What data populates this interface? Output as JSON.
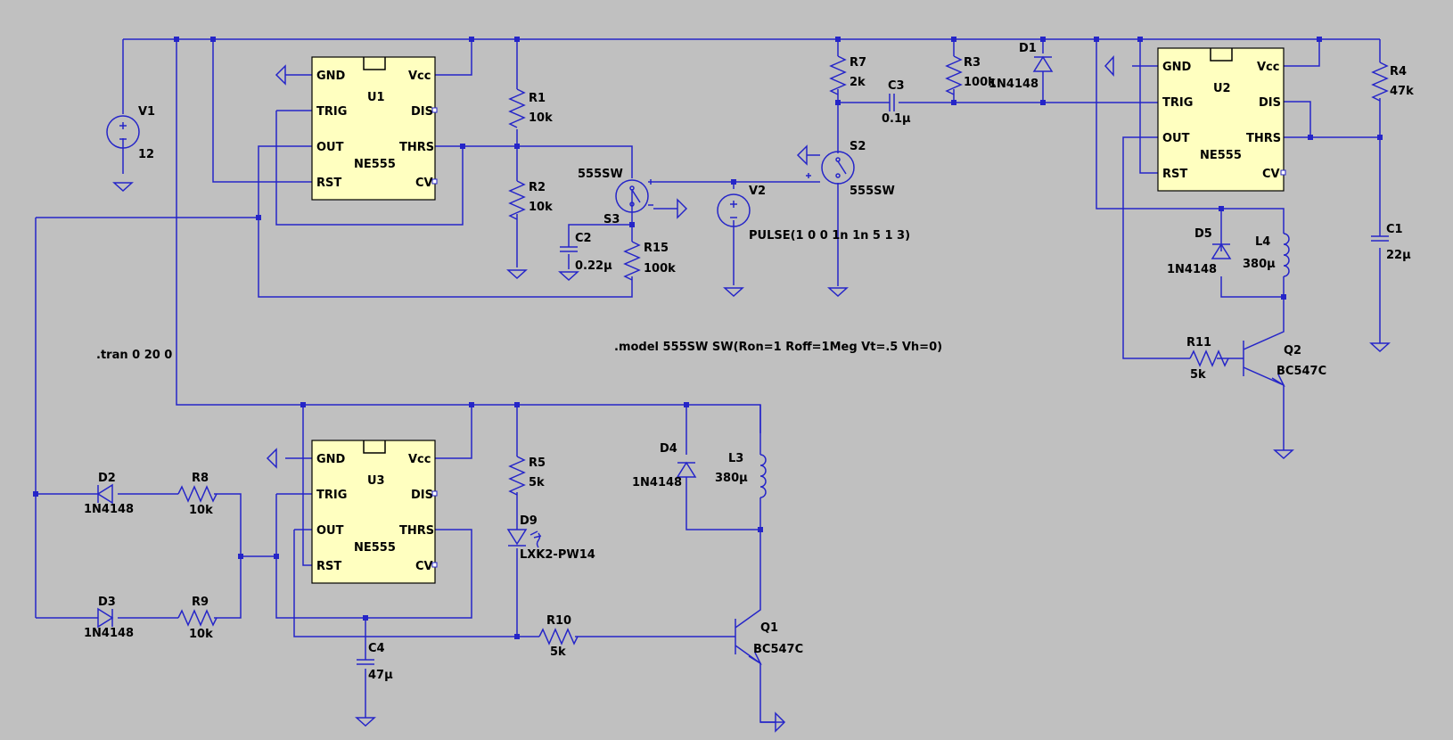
{
  "directives": {
    "tran": ".tran 0 20 0",
    "model": ".model 555SW SW(Ron=1 Roff=1Meg Vt=.5 Vh=0)"
  },
  "ic_pins": {
    "gnd": "GND",
    "vcc": "Vcc",
    "trig": "TRIG",
    "dis": "DIS",
    "out": "OUT",
    "thrs": "THRS",
    "rst": "RST",
    "cv": "CV"
  },
  "components": {
    "V1": {
      "name": "V1",
      "value": "12"
    },
    "V2": {
      "name": "V2",
      "value": "PULSE(1 0 0 1n 1n 5 1 3)"
    },
    "U1": {
      "name": "U1",
      "model": "NE555"
    },
    "U2": {
      "name": "U2",
      "model": "NE555"
    },
    "U3": {
      "name": "U3",
      "model": "NE555"
    },
    "R1": {
      "name": "R1",
      "value": "10k"
    },
    "R2": {
      "name": "R2",
      "value": "10k"
    },
    "R3": {
      "name": "R3",
      "value": "100k"
    },
    "R4": {
      "name": "R4",
      "value": "47k"
    },
    "R5": {
      "name": "R5",
      "value": "5k"
    },
    "R7": {
      "name": "R7",
      "value": "2k"
    },
    "R8": {
      "name": "R8",
      "value": "10k"
    },
    "R9": {
      "name": "R9",
      "value": "10k"
    },
    "R10": {
      "name": "R10",
      "value": "5k"
    },
    "R11": {
      "name": "R11",
      "value": "5k"
    },
    "R15": {
      "name": "R15",
      "value": "100k"
    },
    "C1": {
      "name": "C1",
      "value": "22µ"
    },
    "C2": {
      "name": "C2",
      "value": "0.22µ"
    },
    "C3": {
      "name": "C3",
      "value": "0.1µ"
    },
    "C4": {
      "name": "C4",
      "value": "47µ"
    },
    "D1": {
      "name": "D1",
      "value": "1N4148"
    },
    "D2": {
      "name": "D2",
      "value": "1N4148"
    },
    "D3": {
      "name": "D3",
      "value": "1N4148"
    },
    "D4": {
      "name": "D4",
      "value": "1N4148"
    },
    "D5": {
      "name": "D5",
      "value": "1N4148"
    },
    "D9": {
      "name": "D9",
      "value": "LXK2-PW14"
    },
    "L3": {
      "name": "L3",
      "value": "380µ"
    },
    "L4": {
      "name": "L4",
      "value": "380µ"
    },
    "Q1": {
      "name": "Q1",
      "value": "BC547C"
    },
    "Q2": {
      "name": "Q2",
      "value": "BC547C"
    },
    "S2": {
      "name": "S2",
      "model": "555SW"
    },
    "S3": {
      "name": "S3",
      "model": "555SW"
    }
  },
  "colors": {
    "background": "#c0c0c0",
    "wire": "#2525c8",
    "ic_fill": "#ffffc0"
  }
}
